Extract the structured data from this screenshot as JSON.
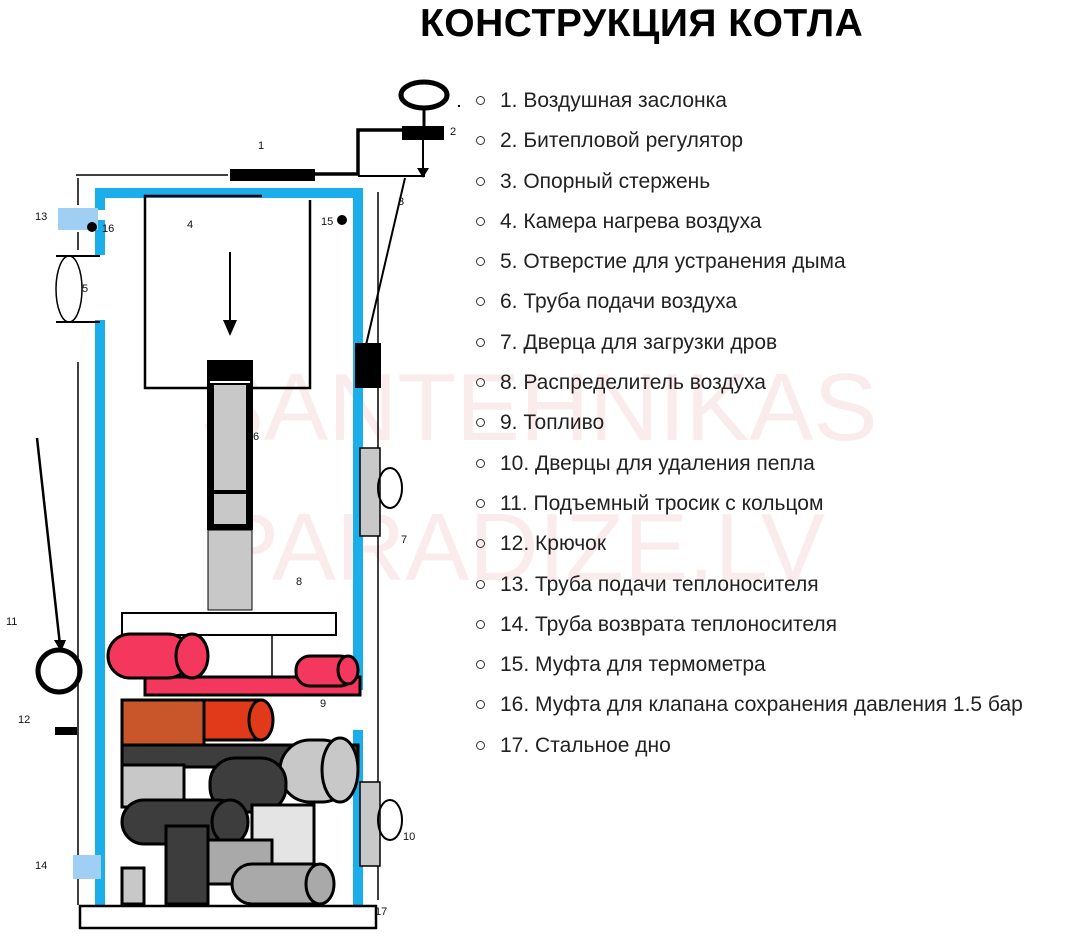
{
  "title": "КОНСТРУКЦИЯ КОТЛА",
  "watermark": [
    "SANTEHNIKAS",
    "PARADIZE.LV"
  ],
  "legend": [
    "1. Воздушная заслонка",
    "2. Битепловой регулятор",
    "3. Опорный стержень",
    "4. Камера нагрева воздуха",
    "5. Отверстие для устранения дыма",
    "6. Труба подачи воздуха",
    "7. Дверца для загрузки дров",
    "8. Распределитель воздуха",
    "9. Топливо",
    "10. Дверцы для удаления пепла",
    "11. Подъемный тросик с кольцом",
    "12. Крючок",
    "13. Труба подачи теплоносителя",
    "14. Труба возврата теплоносителя",
    "15. Муфта для термометра",
    "16. Муфта для клапана сохранения давления 1.5 бар",
    "17. Стальное дно"
  ],
  "labels": {
    "n1": "1",
    "n2": "2",
    "n3": "3",
    "n4": "4",
    "n5": "5",
    "n6": "6",
    "n7": "7",
    "n8": "8",
    "n9": "9",
    "n10": "10",
    "n11": "11",
    "n12": "12",
    "n13": "13",
    "n14": "14",
    "n15": "15",
    "n16": "16",
    "n17": "17"
  },
  "colors": {
    "water_jacket": "#1aaeea",
    "fuel_red": "#f4375d",
    "fuel_orange": "#c9562a",
    "fuel_dark": "#3d3d3d",
    "fuel_grey": "#c8c8c8",
    "pipe_light_blue": "#9fd0f3"
  }
}
